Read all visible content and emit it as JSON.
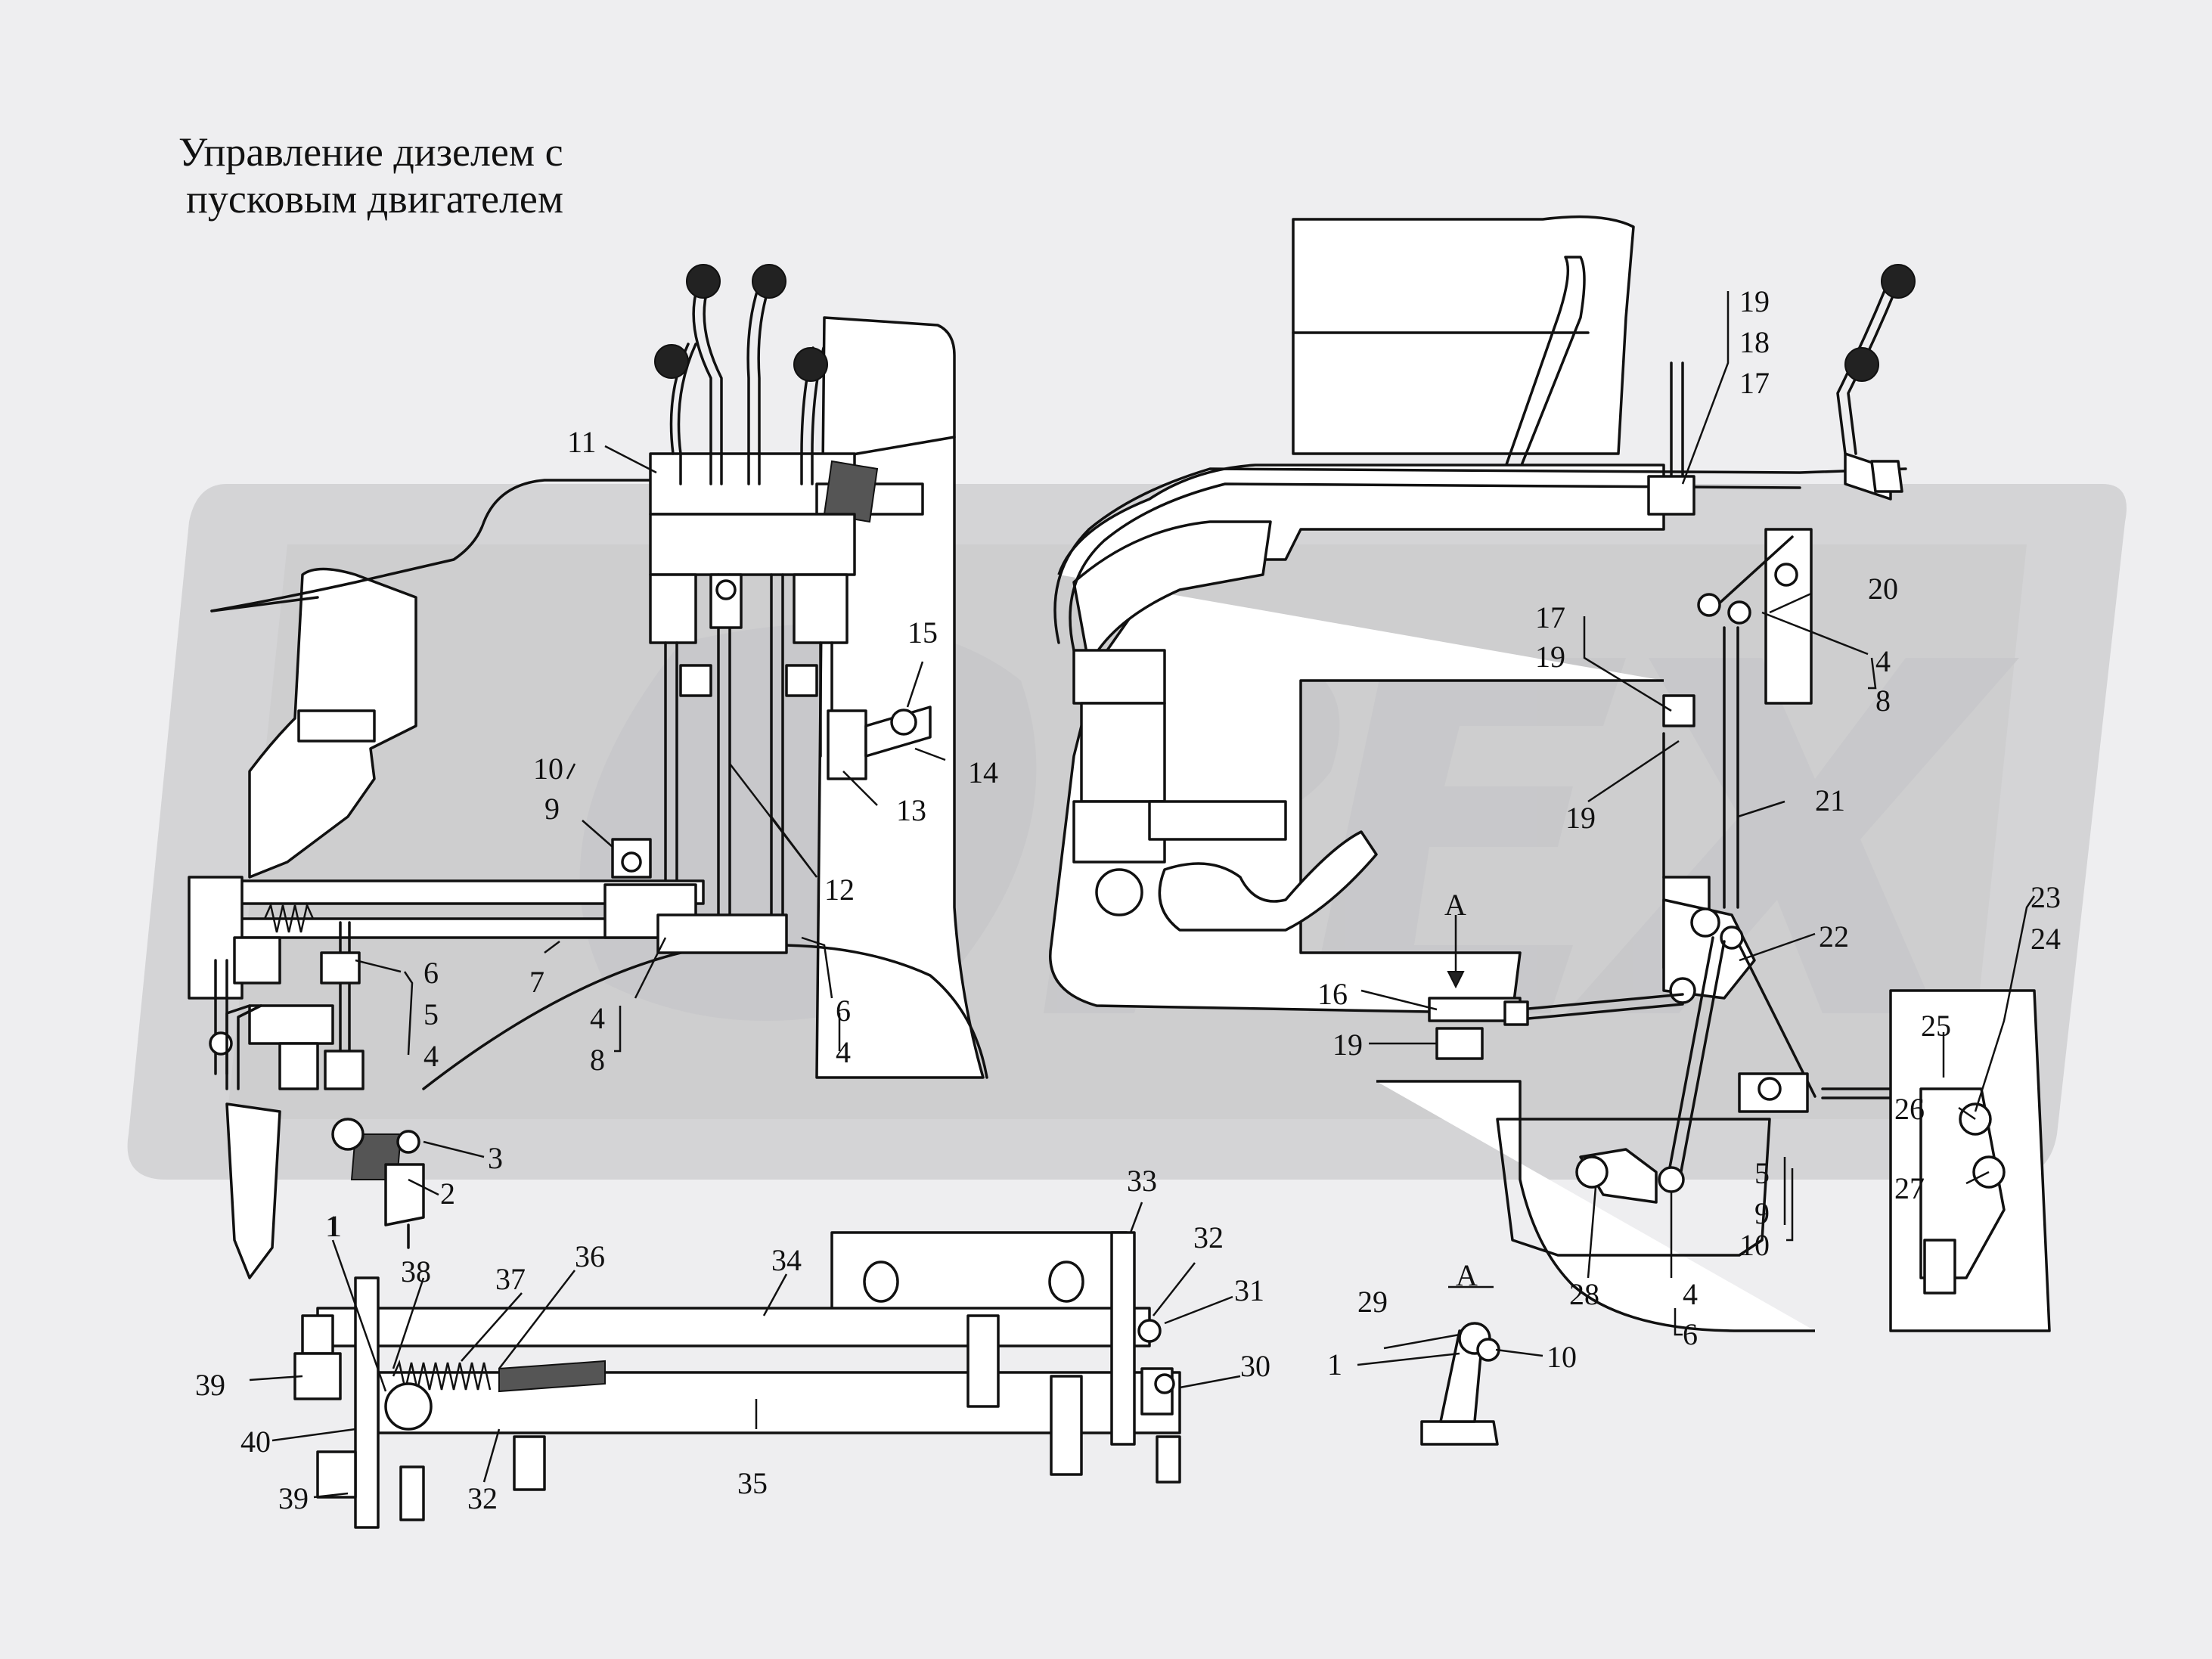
{
  "title": {
    "line1": "Управление дизелем с",
    "line2": "пусковым двигателем"
  },
  "watermark": {
    "text": "OPEX",
    "color": "#c8c8ca"
  },
  "labels": {
    "left": [
      "11",
      "15",
      "14",
      "13",
      "12",
      "10",
      "9",
      "6",
      "5",
      "4",
      "7",
      "4",
      "8",
      "6",
      "4",
      "3",
      "2",
      "1"
    ],
    "right": [
      "19",
      "18",
      "17",
      "20",
      "4",
      "8",
      "17",
      "19",
      "19",
      "21",
      "A",
      "16",
      "19",
      "22",
      "23",
      "24",
      "25",
      "26",
      "27",
      "5",
      "9",
      "10",
      "28",
      "4",
      "6"
    ],
    "bottom": [
      "33",
      "32",
      "31",
      "30",
      "34",
      "35",
      "36",
      "37",
      "38",
      "1",
      "39",
      "40",
      "39",
      "32"
    ],
    "view_a": [
      "А",
      "29",
      "1",
      "10"
    ]
  }
}
